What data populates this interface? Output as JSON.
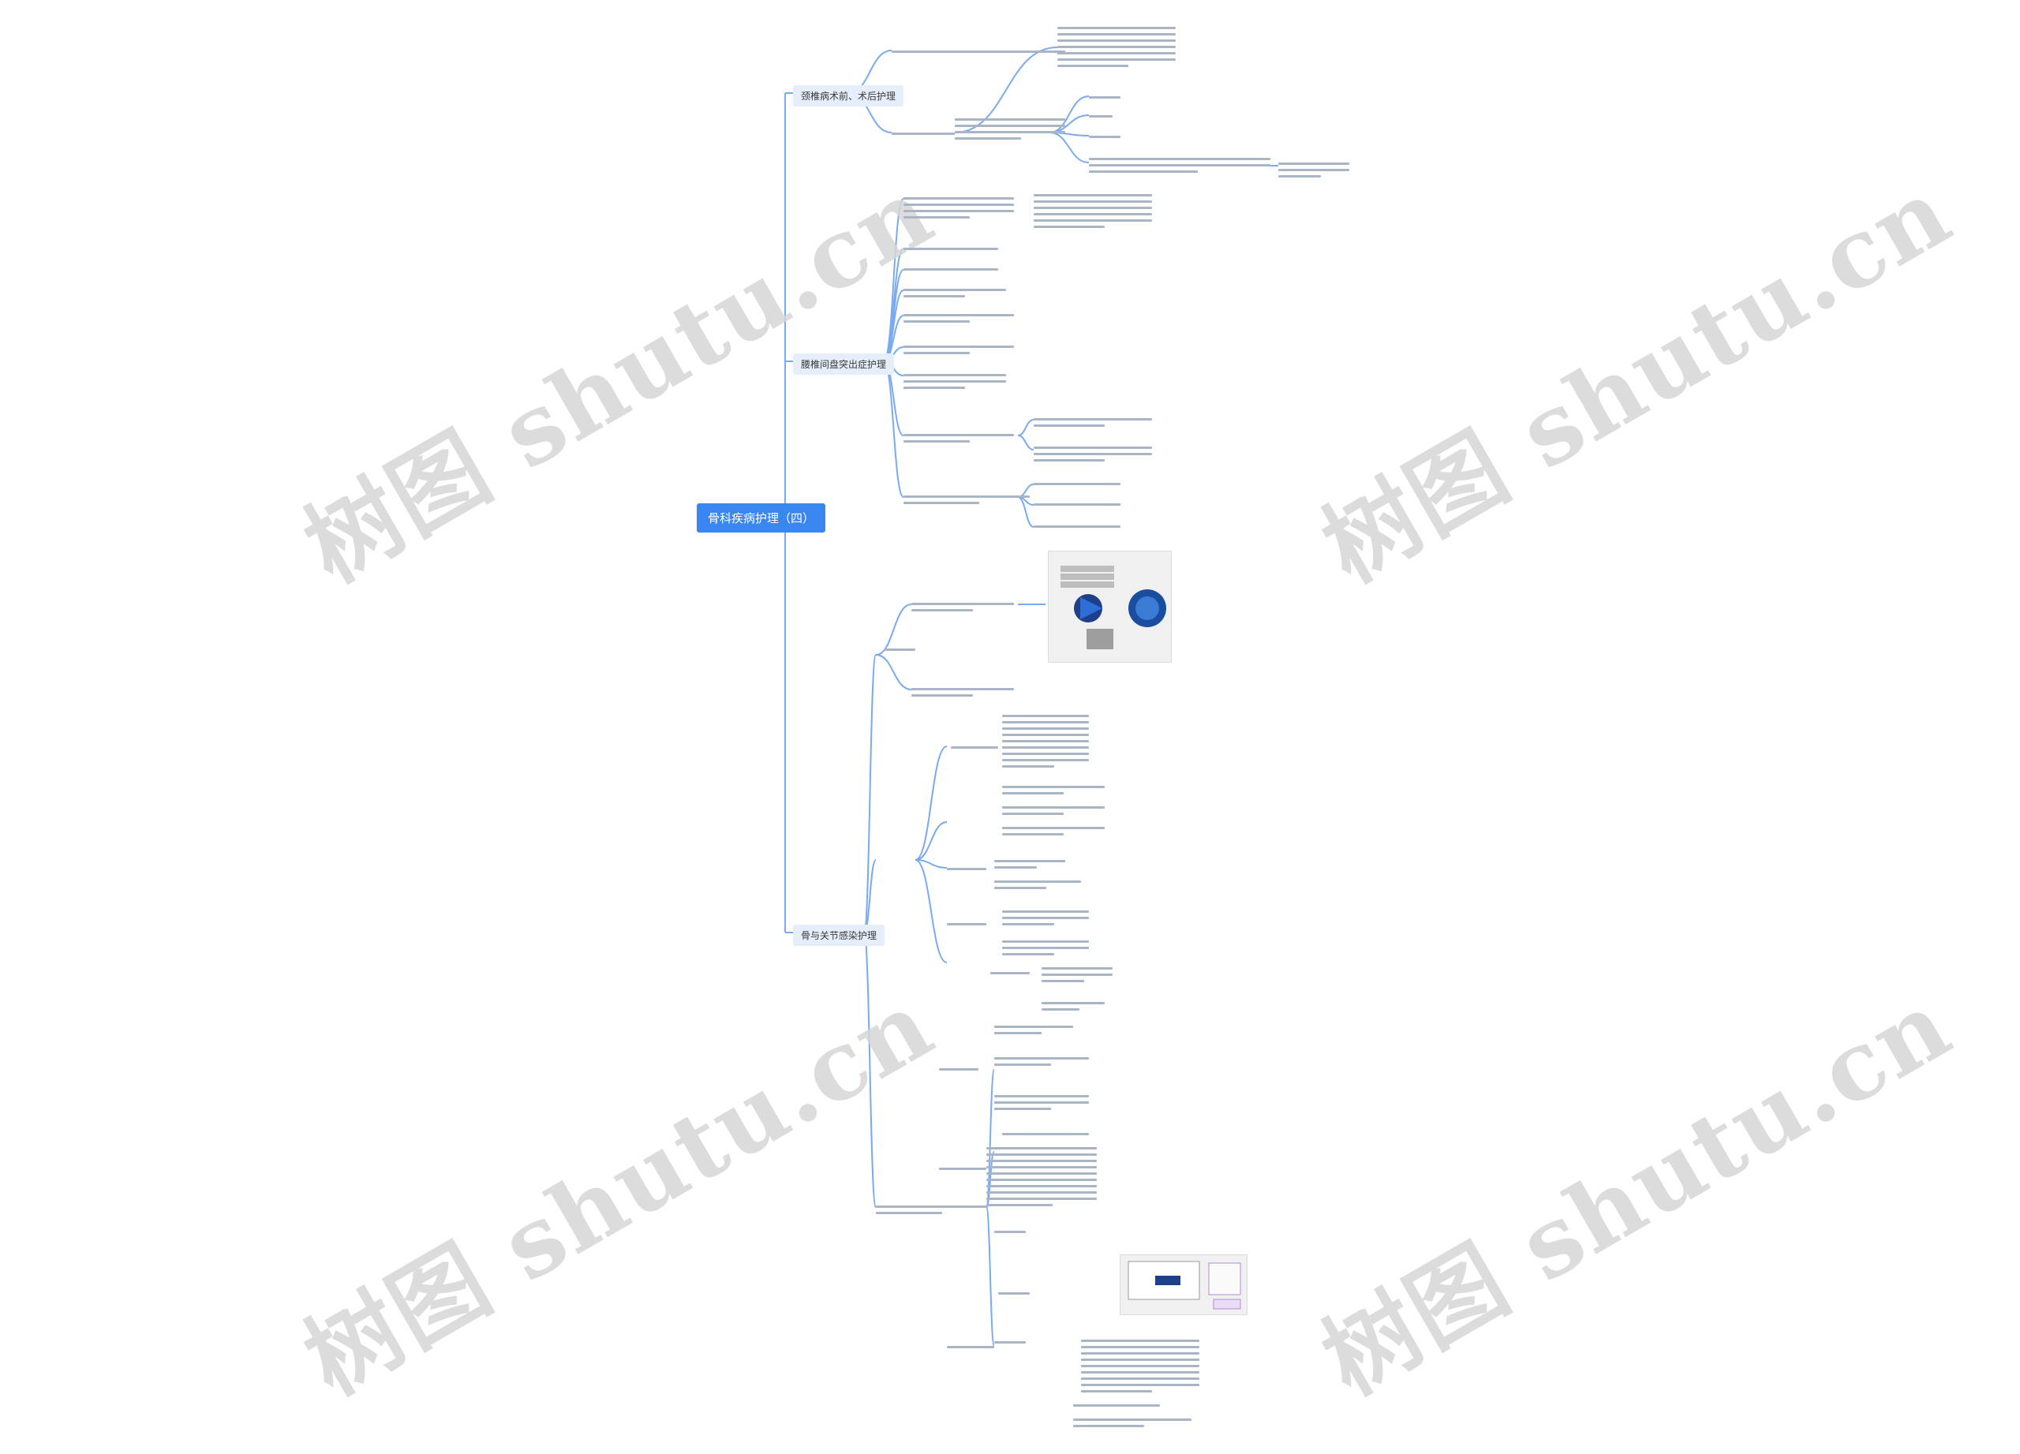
{
  "root": {
    "label": "骨科疾病护理（四）"
  },
  "branches": [
    {
      "label": "颈椎病术前、术后护理"
    },
    {
      "label": "腰椎间盘突出症护理"
    },
    {
      "label": "骨与关节感染护理"
    }
  ],
  "watermark": "树图 shutu.cn",
  "colors": {
    "accent": "#3a86f0",
    "connector": "#7aaaf0",
    "branch_bg": "#e6eefb"
  }
}
